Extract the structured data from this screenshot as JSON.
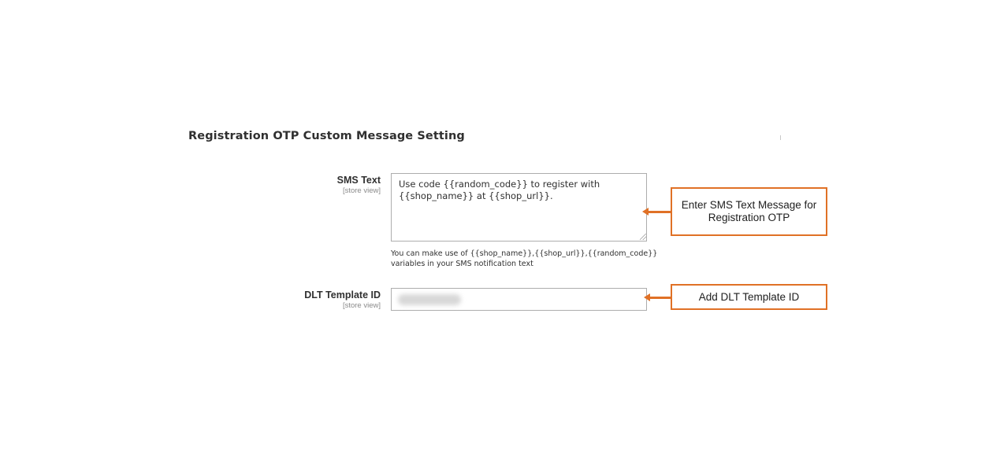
{
  "section": {
    "title": "Registration OTP Custom Message Setting"
  },
  "fields": {
    "sms_text": {
      "label": "SMS Text",
      "scope": "[store view]",
      "value": "Use code {{random_code}} to register with {{shop_name}} at {{shop_url}}.",
      "note": "You can make use of {{shop_name}},{{shop_url}},{{random_code}} variables in your SMS notification text"
    },
    "dlt_template_id": {
      "label": "DLT Template ID",
      "scope": "[store view]",
      "value": "(blurred)"
    }
  },
  "annotations": {
    "sms_callout": "Enter SMS Text Message for Registration OTP",
    "dlt_callout": "Add DLT Template ID",
    "color": "#e07126"
  }
}
